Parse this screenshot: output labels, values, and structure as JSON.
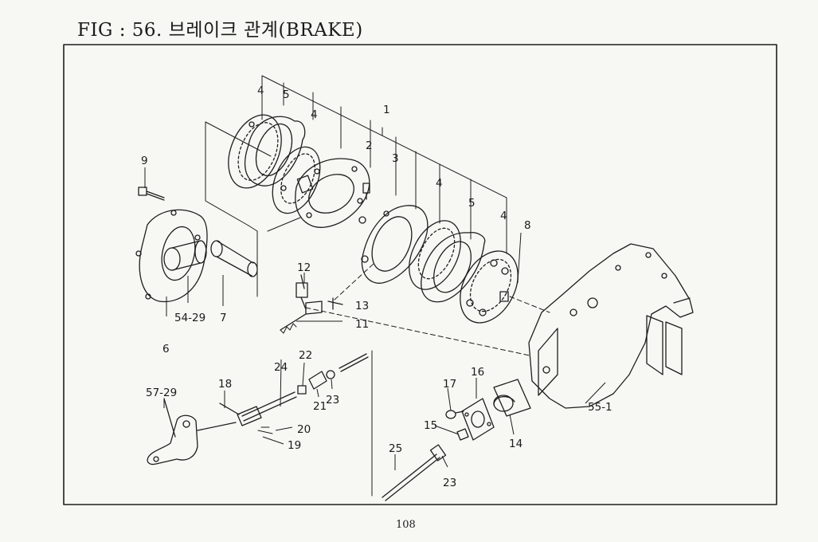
{
  "page": {
    "title": "FIG : 56. 브레이크 관계(BRAKE)",
    "page_number": "108"
  },
  "callouts": {
    "c1": "1",
    "c2": "2",
    "c3": "3",
    "c4a": "4",
    "c5a": "5",
    "c4b": "4",
    "c4c": "4",
    "c5b": "5",
    "c4d": "4",
    "c6": "6",
    "c7": "7",
    "c8": "8",
    "c9": "9",
    "c11": "11",
    "c12": "12",
    "c13": "13",
    "c14": "14",
    "c15": "15",
    "c16": "16",
    "c17": "17",
    "c18": "18",
    "c19": "19",
    "c20": "20",
    "c21": "21",
    "c22": "22",
    "c23a": "23",
    "c23b": "23",
    "c24": "24",
    "c25": "25",
    "c54_29": "54-29",
    "c55_1": "55-1",
    "c57_29": "57-29"
  }
}
